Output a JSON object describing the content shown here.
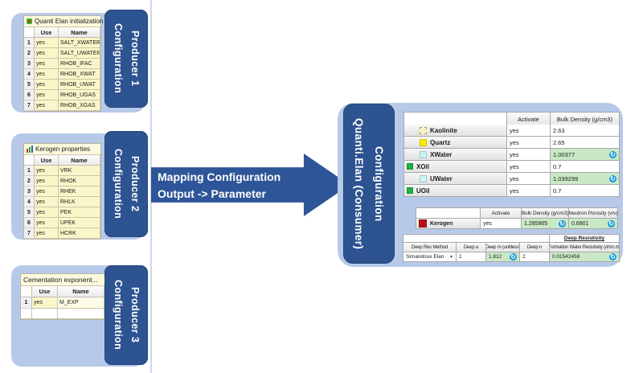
{
  "colors": {
    "accent_blue": "#2d5391",
    "panel_blue": "#b7c9e8",
    "highlight_green": "#c9e9c6",
    "sync_blue": "#1899dc",
    "table_yellow": "#fbf6c9"
  },
  "producers": [
    {
      "label_line1": "Producer 1",
      "label_line2": "Configuration",
      "title": "Quanti Elan initialization",
      "title_icon": "gear-icon",
      "columns": {
        "use": "Use",
        "name": "Name"
      },
      "rows": [
        {
          "n": "1",
          "use": "yes",
          "name": "SALT_XWATER"
        },
        {
          "n": "2",
          "use": "yes",
          "name": "SALT_UWATER"
        },
        {
          "n": "3",
          "use": "yes",
          "name": "RHOB_IFAC"
        },
        {
          "n": "4",
          "use": "yes",
          "name": "RHOB_XWAT"
        },
        {
          "n": "5",
          "use": "yes",
          "name": "RHOB_UWAT"
        },
        {
          "n": "6",
          "use": "yes",
          "name": "RHOB_UGAS"
        },
        {
          "n": "7",
          "use": "yes",
          "name": "RHOB_XGAS"
        }
      ]
    },
    {
      "label_line1": "Producer 2",
      "label_line2": "Configuration",
      "title": "Kerogen properties",
      "title_icon": "chart-bars-icon",
      "columns": {
        "use": "Use",
        "name": "Name"
      },
      "rows": [
        {
          "n": "1",
          "use": "yes",
          "name": "VRK"
        },
        {
          "n": "2",
          "use": "yes",
          "name": "RHOK"
        },
        {
          "n": "3",
          "use": "yes",
          "name": "RHEK"
        },
        {
          "n": "4",
          "use": "yes",
          "name": "RHLK"
        },
        {
          "n": "5",
          "use": "yes",
          "name": "PEK"
        },
        {
          "n": "6",
          "use": "yes",
          "name": "UPEK"
        },
        {
          "n": "7",
          "use": "yes",
          "name": "HCRK"
        }
      ]
    },
    {
      "label_line1": "Producer 3",
      "label_line2": "Configuration",
      "title": "Cementation exponent...",
      "title_icon": "",
      "columns": {
        "use": "Use",
        "name": "Name"
      },
      "rows": [
        {
          "n": "1",
          "use": "yes",
          "name": "M_EXP"
        }
      ]
    }
  ],
  "arrow": {
    "line1": "Mapping Configuration",
    "line2": "Output -> Parameter"
  },
  "consumer": {
    "label_line1": "Quanti.Elan (Consumer)",
    "label_line2": "Configuration",
    "minerals_table": {
      "headers": {
        "activate": "Activate",
        "bulk_density": "Bulk Density (g/cm3)"
      },
      "rows": [
        {
          "name": "Kaolinite",
          "activate": "yes",
          "bulk_density": "2.63",
          "swatch": "#f9f5c3",
          "highlight": false
        },
        {
          "name": "Quartz",
          "activate": "yes",
          "bulk_density": "2.65",
          "swatch": "#ffee00",
          "highlight": false
        },
        {
          "name": "XWater",
          "activate": "yes",
          "bulk_density": "1.00377",
          "swatch": "#cdf3f6",
          "highlight": true
        },
        {
          "name": "XOil",
          "activate": "yes",
          "bulk_density": "0.7",
          "swatch": "#1db33c",
          "highlight": false
        },
        {
          "name": "UWater",
          "activate": "yes",
          "bulk_density": "1.039299",
          "swatch": "#cdf3f6",
          "highlight": true
        },
        {
          "name": "UOil",
          "activate": "yes",
          "bulk_density": "0.7",
          "swatch": "#1db33c",
          "highlight": false
        }
      ]
    },
    "kerogen_table": {
      "headers": {
        "activate": "Activate",
        "bulk_density": "Bulk Density (g/cm3)",
        "neutron_porosity": "Neutron Porosity (v/v)"
      },
      "row": {
        "name": "Kerogen",
        "activate": "yes",
        "bulk_density": "1.285865",
        "neutron_porosity": "0.6801",
        "swatch": "#b21117"
      }
    },
    "resistivity_table": {
      "group_header": "Deep Resistivity",
      "headers": {
        "method": "Deep Res Method",
        "a": "Deep a",
        "m": "Deep m (unitless)",
        "n": "Deep n",
        "fwr": "Formation Water Resistivity (ohm.m)"
      },
      "row": {
        "method": "Simandoux Elan",
        "a": "1",
        "m": "1.812",
        "n": "2",
        "fwr": "0.01542458"
      }
    }
  }
}
